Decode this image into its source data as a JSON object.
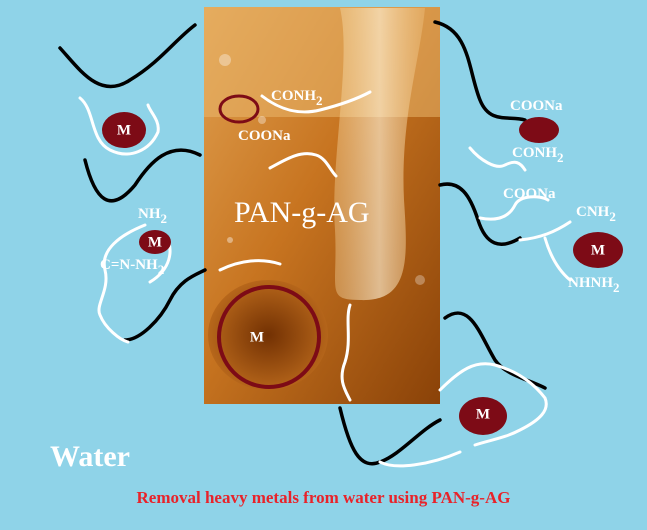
{
  "diagram": {
    "center_label": "PAN-g-AG",
    "medium_label": "Water",
    "caption": "Removal heavy metals from water using PAN-g-AG",
    "metal_symbol": "M",
    "groups": {
      "conh2_top": "CONH",
      "coona_top": "COONa",
      "coona_right1": "COONa",
      "conh2_right": "CONH",
      "coona_right2": "COONa",
      "cnh2_right": "CNH",
      "nhnh2_right": "NHNH",
      "nh2_left": "NH",
      "cnnh2_left": "C=N-NH",
      "sub2": "2"
    },
    "colors": {
      "background": "#8fd3e8",
      "metal": "#7d0b16",
      "chain_black": "#000000",
      "chain_white": "#ffffff",
      "caption": "#e8232a",
      "gel_dark": "#7a3a08",
      "gel_light": "#e8a040"
    }
  }
}
